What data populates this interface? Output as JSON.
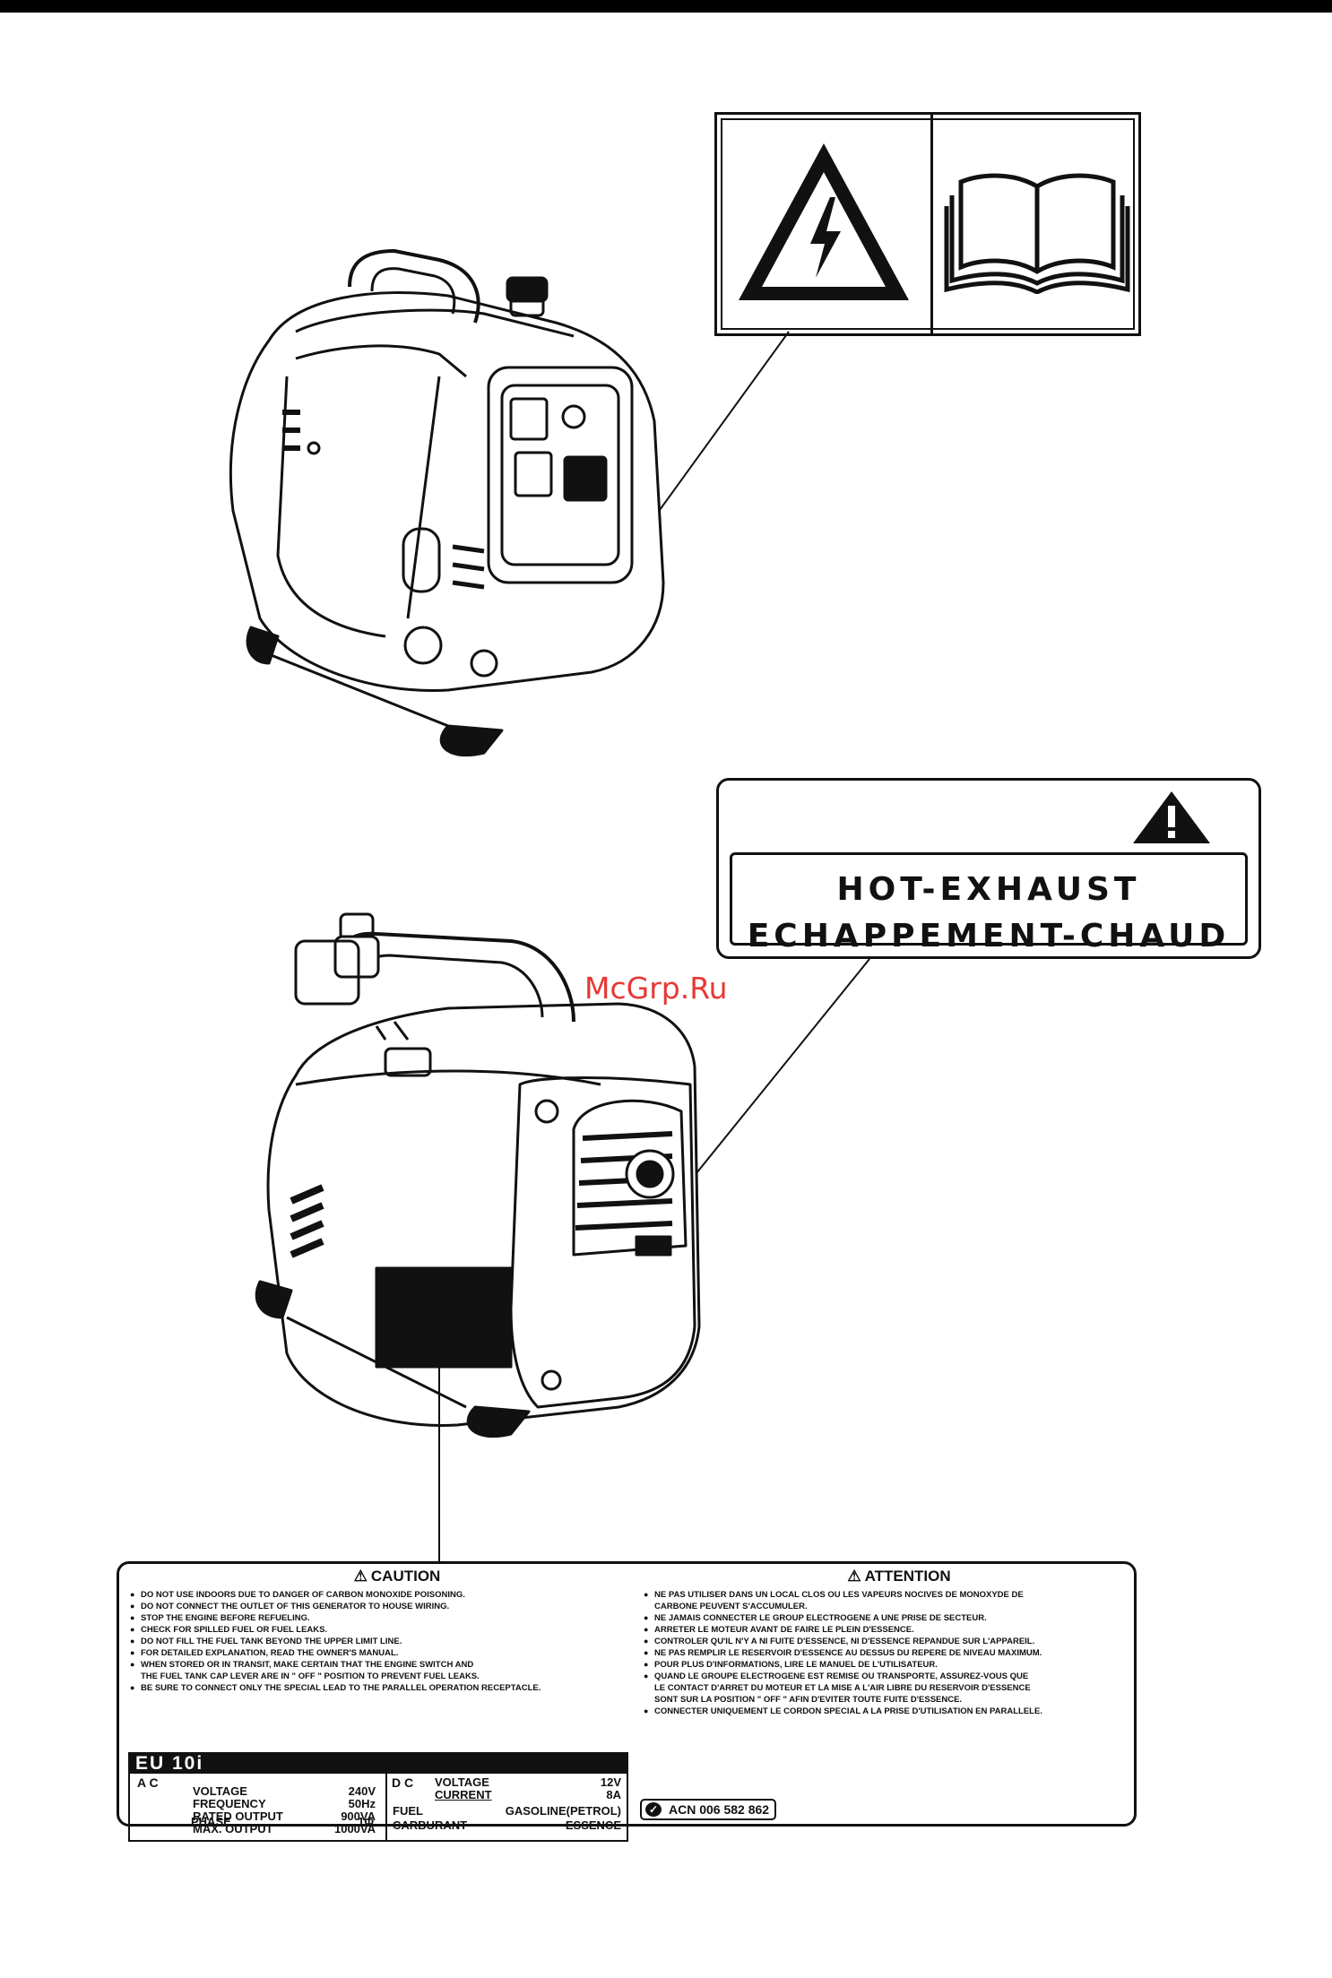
{
  "watermark": "McGrp.Ru",
  "hot_label": {
    "line1": "HOT-EXHAUST",
    "line2": "ECHAPPEMENT-CHAUD"
  },
  "caution_label": {
    "en_title": "CAUTION",
    "fr_title": "ATTENTION",
    "en_items": [
      "DO NOT USE INDOORS DUE TO DANGER OF CARBON MONOXIDE POISONING.",
      "DO NOT CONNECT THE OUTLET OF THIS GENERATOR TO HOUSE WIRING.",
      "STOP THE ENGINE BEFORE REFUELING.",
      "CHECK FOR SPILLED FUEL OR FUEL LEAKS.",
      "DO NOT FILL THE FUEL TANK BEYOND THE UPPER LIMIT LINE.",
      "FOR DETAILED EXPLANATION, READ THE OWNER'S MANUAL.",
      "WHEN STORED OR IN TRANSIT, MAKE CERTAIN THAT THE ENGINE SWITCH AND",
      "THE FUEL TANK CAP LEVER ARE IN \" OFF \" POSITION TO PREVENT FUEL LEAKS.",
      "BE SURE TO CONNECT ONLY THE SPECIAL LEAD TO THE PARALLEL OPERATION RECEPTACLE."
    ],
    "fr_items": [
      "NE PAS UTILISER DANS UN LOCAL CLOS OU LES VAPEURS NOCIVES DE MONOXYDE DE",
      "CARBONE PEUVENT S'ACCUMULER.",
      "NE JAMAIS CONNECTER LE GROUP ELECTROGENE A UNE PRISE DE SECTEUR.",
      "ARRETER LE MOTEUR AVANT DE FAIRE LE PLEIN D'ESSENCE.",
      "CONTROLER QU'IL N'Y A NI FUITE D'ESSENCE, NI D'ESSENCE REPANDUE SUR L'APPAREIL.",
      "NE PAS REMPLIR LE RESERVOIR D'ESSENCE AU DESSUS DU REPERE DE NIVEAU MAXIMUM.",
      "POUR PLUS D'INFORMATIONS, LIRE LE MANUEL DE L'UTILISATEUR.",
      "QUAND LE GROUPE ELECTROGENE EST REMISE OU TRANSPORTE, ASSUREZ-VOUS QUE",
      "LE CONTACT D'ARRET DU MOTEUR ET LA MISE A L'AIR LIBRE DU RESERVOIR D'ESSENCE",
      "SONT SUR LA POSITION \" OFF \" AFIN D'EVITER TOUTE FUITE D'ESSENCE.",
      "CONNECTER UNIQUEMENT LE CORDON SPECIAL A LA PRISE D'UTILISATION EN PARALLELE."
    ],
    "model": "EU 10i",
    "ac_label": "A C",
    "dc_label": "D C",
    "ac_rows": [
      {
        "label": "VOLTAGE",
        "value": "240V"
      },
      {
        "label": "FREQUENCY",
        "value": "50Hz"
      },
      {
        "label": "RATED OUTPUT",
        "value": "900VA"
      },
      {
        "label": "MAX. OUTPUT",
        "value": "1000VA"
      },
      {
        "label": "PHASE",
        "value": "1Φ"
      }
    ],
    "dc_rows": [
      {
        "label": "VOLTAGE",
        "value": "12V"
      },
      {
        "label": "CURRENT",
        "value": "8A"
      }
    ],
    "fuel_rows": [
      {
        "label": "FUEL",
        "value": "GASOLINE(PETROL)"
      },
      {
        "label": "CARBURANT",
        "value": "ESSENCE"
      }
    ],
    "acn_check": "✓",
    "acn": "ACN 006 582 862"
  }
}
